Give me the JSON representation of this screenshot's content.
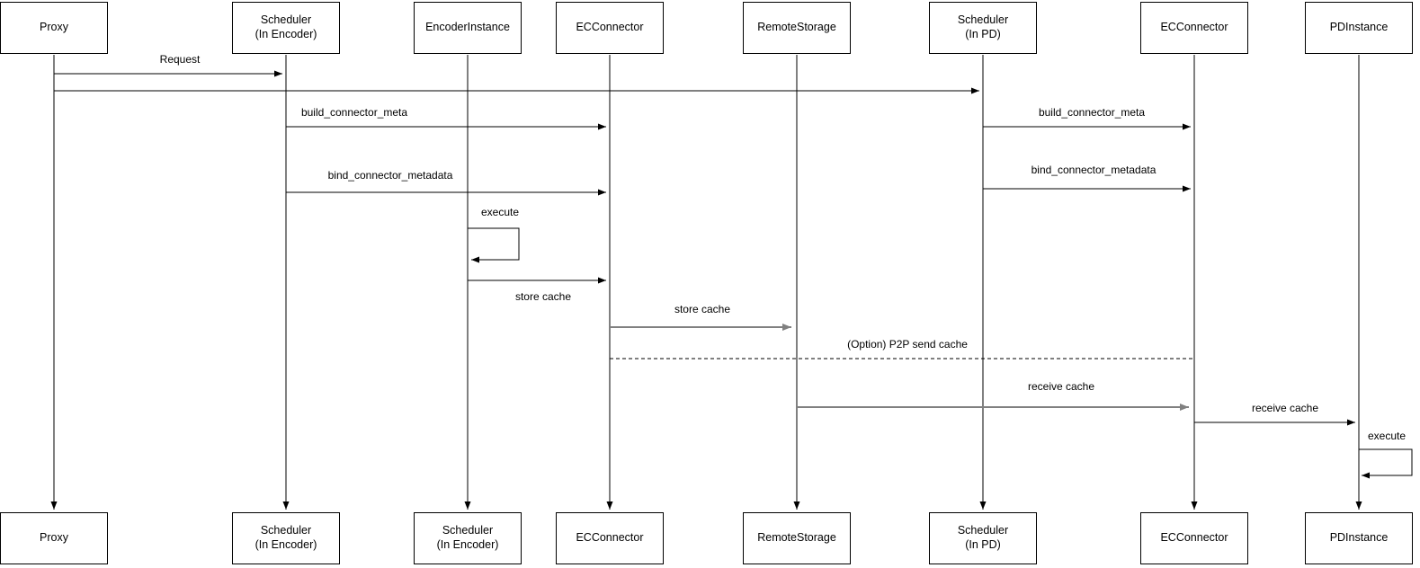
{
  "diagram_type": "uml-sequence-diagram",
  "colors": {
    "background": "#ffffff",
    "line_black": "#000000",
    "line_gray": "#808080",
    "box_border": "#000000",
    "text": "#000000"
  },
  "actors_top": [
    {
      "label": "Proxy"
    },
    {
      "label": "Scheduler\n(In Encoder)"
    },
    {
      "label": "EncoderInstance"
    },
    {
      "label": "ECConnector"
    },
    {
      "label": "RemoteStorage"
    },
    {
      "label": "Scheduler\n(In PD)"
    },
    {
      "label": "ECConnector"
    },
    {
      "label": "PDInstance"
    }
  ],
  "actors_bottom": [
    {
      "label": "Proxy"
    },
    {
      "label": "Scheduler\n(In Encoder)"
    },
    {
      "label": "Scheduler\n(In Encoder)"
    },
    {
      "label": "ECConnector"
    },
    {
      "label": "RemoteStorage"
    },
    {
      "label": "Scheduler\n(In PD)"
    },
    {
      "label": "ECConnector"
    },
    {
      "label": "PDInstance"
    }
  ],
  "messages": [
    {
      "label": "Request",
      "from": "Proxy",
      "to": "Scheduler (In Encoder)",
      "style": "solid-black"
    },
    {
      "label": "",
      "from": "Proxy",
      "to": "Scheduler (In PD)",
      "style": "solid-black"
    },
    {
      "label": "build_connector_meta",
      "from": "Scheduler (In Encoder)",
      "to": "ECConnector",
      "style": "solid-black"
    },
    {
      "label": "build_connector_meta",
      "from": "Scheduler (In PD)",
      "to": "ECConnector (PD side)",
      "style": "solid-black"
    },
    {
      "label": "bind_connector_metadata",
      "from": "Scheduler (In Encoder)",
      "to": "ECConnector",
      "style": "solid-black"
    },
    {
      "label": "bind_connector_metadata",
      "from": "Scheduler (In PD)",
      "to": "ECConnector (PD side)",
      "style": "solid-black"
    },
    {
      "label": "execute",
      "from": "EncoderInstance",
      "to": "EncoderInstance",
      "style": "self-loop"
    },
    {
      "label": "store cache",
      "from": "EncoderInstance",
      "to": "ECConnector",
      "style": "solid-black"
    },
    {
      "label": "store cache",
      "from": "ECConnector",
      "to": "RemoteStorage",
      "style": "solid-gray"
    },
    {
      "label": "(Option) P2P send cache",
      "from": "ECConnector",
      "to": "ECConnector (PD side)",
      "style": "dashed"
    },
    {
      "label": "receive cache",
      "from": "RemoteStorage",
      "to": "ECConnector (PD side)",
      "style": "solid-gray"
    },
    {
      "label": "receive cache",
      "from": "ECConnector (PD side)",
      "to": "PDInstance",
      "style": "solid-black"
    },
    {
      "label": "execute",
      "from": "PDInstance",
      "to": "PDInstance",
      "style": "self-loop"
    }
  ]
}
